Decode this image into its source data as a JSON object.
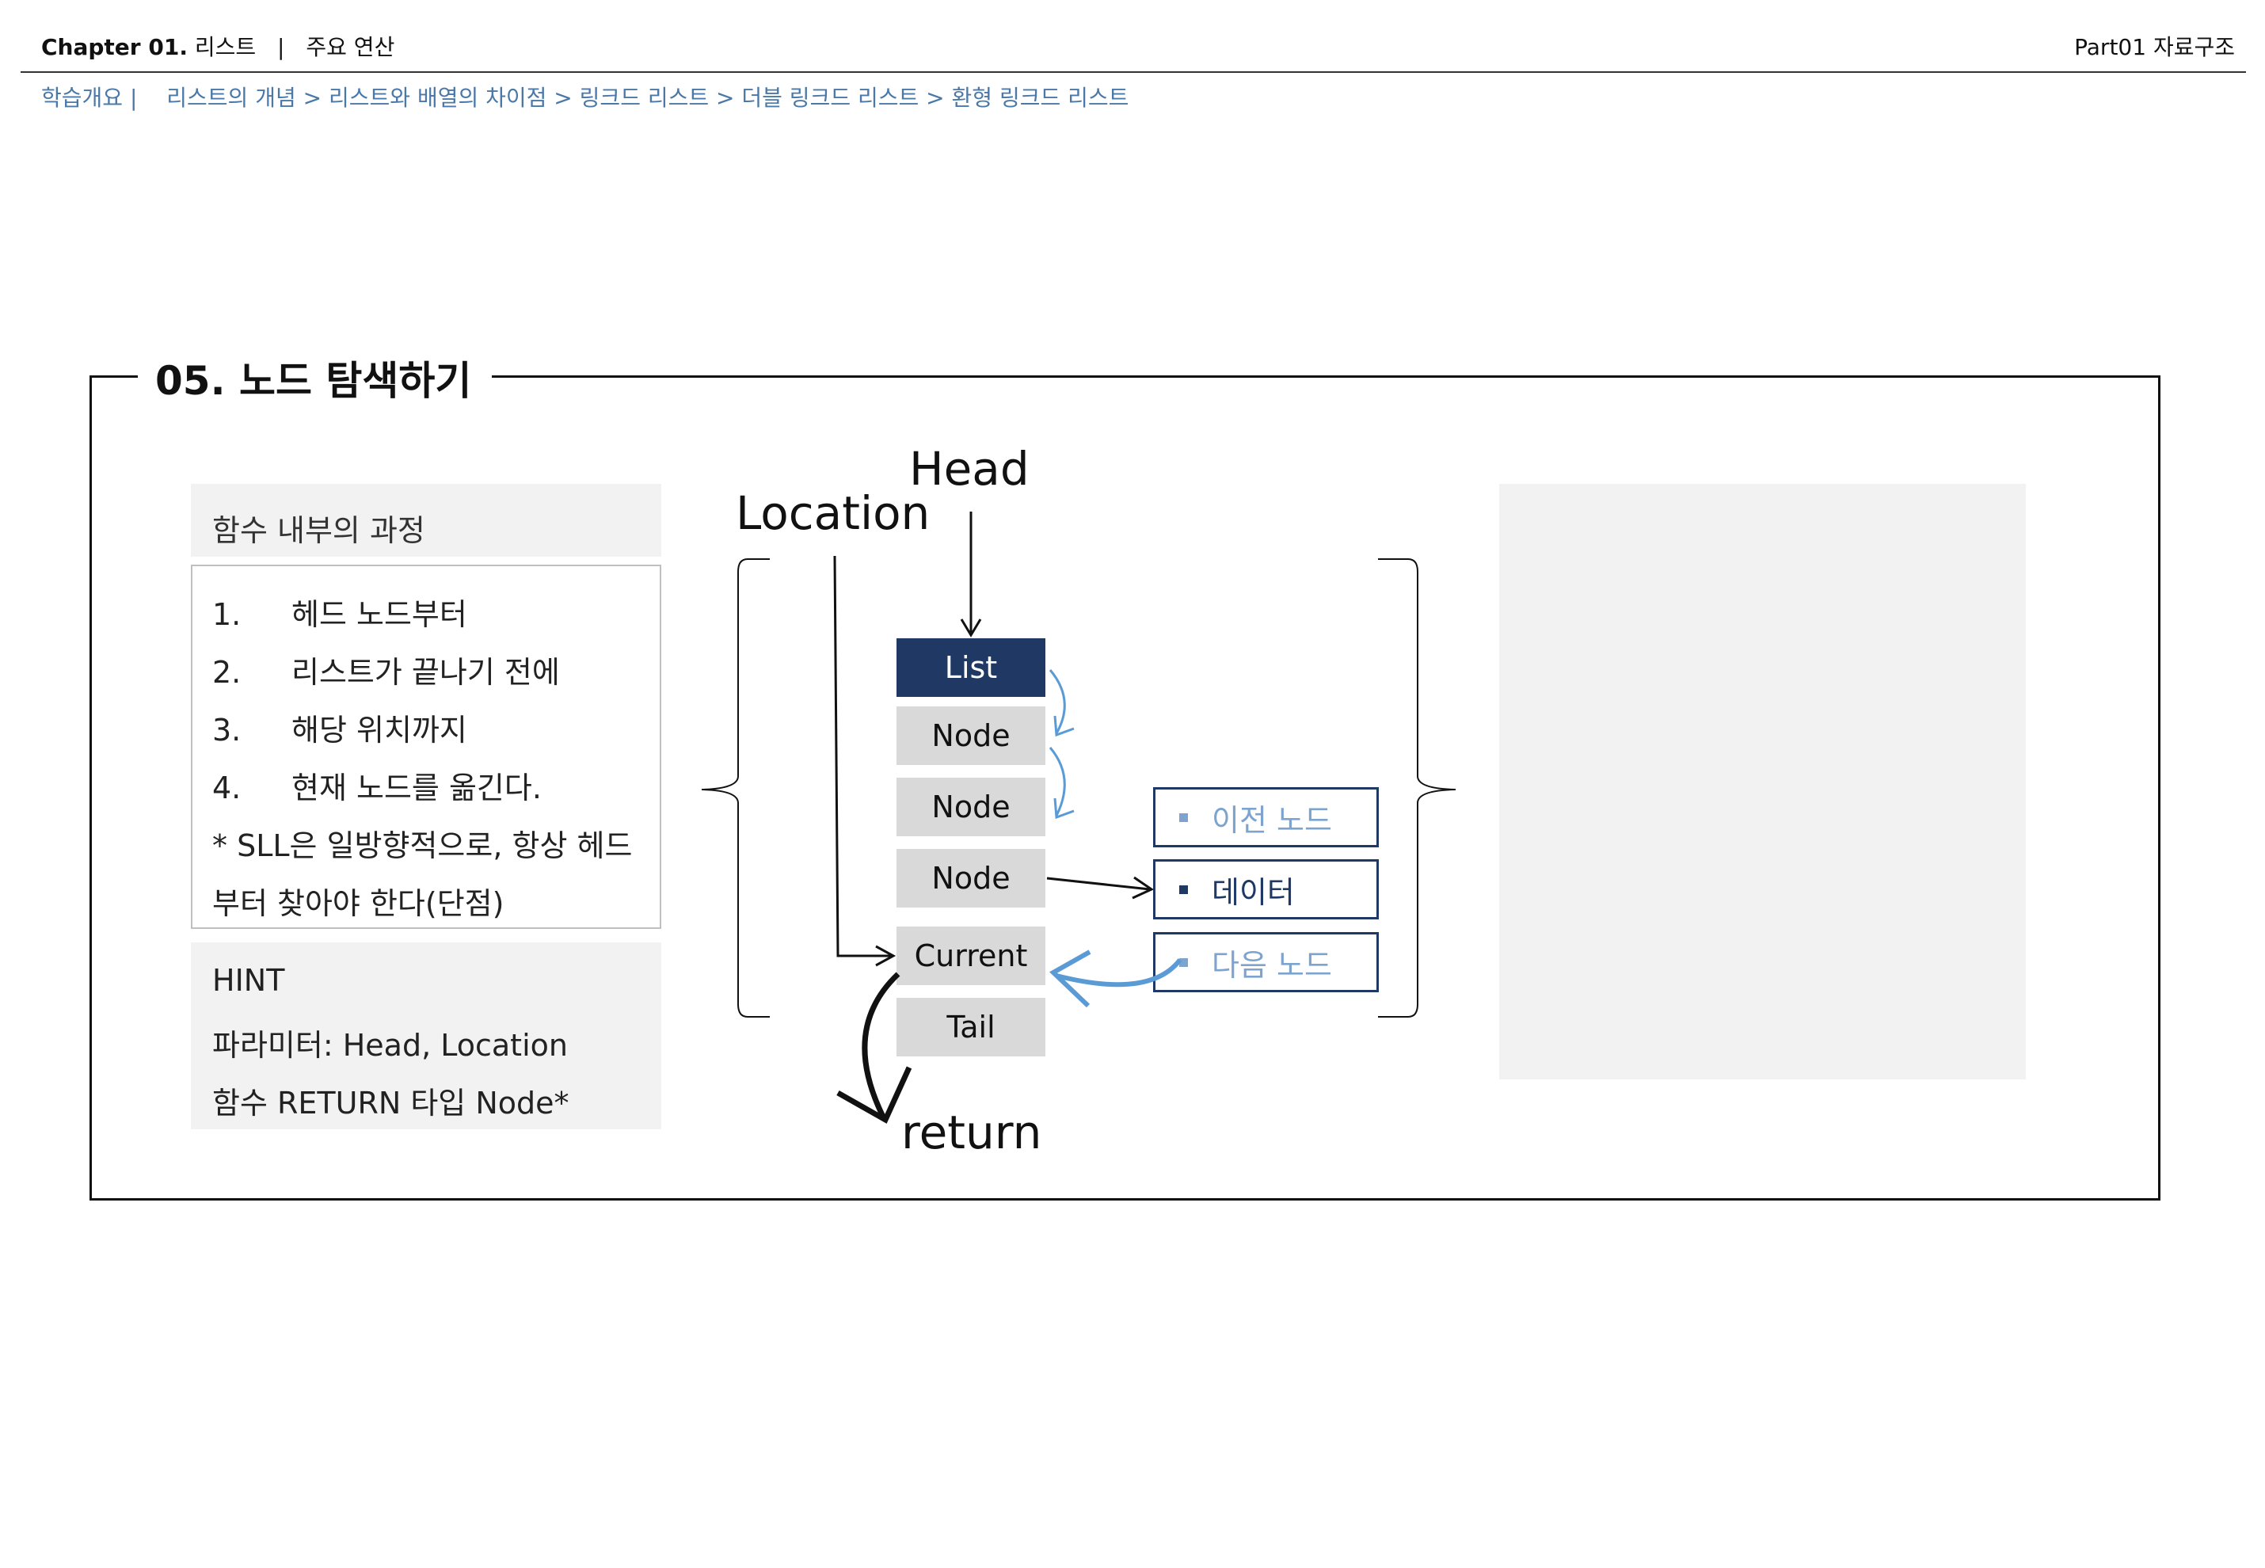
{
  "header": {
    "chapter": "Chapter 01.",
    "chapter_topic": "리스트",
    "separator": "|",
    "section": "주요 연산",
    "part": "Part01",
    "part_topic": "자료구조"
  },
  "breadcrumb": {
    "first": "학습개요 |",
    "trail": "리스트의 개념 > 리스트와 배열의 차이점 > 링크드  리스트 > 더블 링크드 리스트 > 환형 링크드 리스트"
  },
  "section": {
    "title": "05. 노드 탐색하기"
  },
  "process": {
    "heading": "함수 내부의 과정",
    "steps": [
      {
        "num": "1.",
        "text": "헤드 노드부터"
      },
      {
        "num": "2.",
        "text": "리스트가 끝나기 전에"
      },
      {
        "num": "3.",
        "text": "해당 위치까지"
      },
      {
        "num": "4.",
        "text": "현재 노드를 옮긴다."
      }
    ],
    "note_line1": "* SLL은 일방향적으로, 항상 헤드",
    "note_line2": "부터 찾아야 한다(단점)"
  },
  "hint": {
    "title": "HINT",
    "param": "파라미터: Head, Location",
    "ret": "함수 RETURN 타입 Node*"
  },
  "diagram": {
    "head_label": "Head",
    "location_label": "Location",
    "return_label": "return",
    "nodes": [
      "List",
      "Node",
      "Node",
      "Node",
      "Current",
      "Tail"
    ],
    "node_info": [
      "이전 노드",
      "데이터",
      "다음 노드"
    ],
    "colors": {
      "list_fill": "#1f3864",
      "node_fill": "#d9d9d9",
      "pointer_arrow": "#5b9bd5",
      "faded_text": "#7da4cf"
    }
  }
}
